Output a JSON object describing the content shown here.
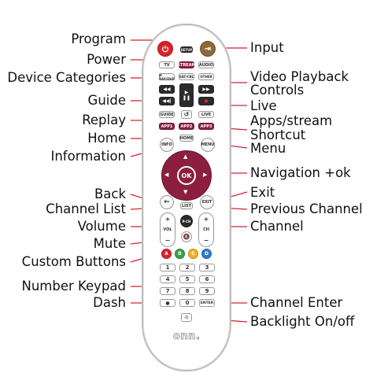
{
  "labels_left": {
    "program": "Program",
    "power": "Power",
    "device_categories": "Device Categories",
    "guide": "Guide",
    "replay": "Replay",
    "home": "Home",
    "information": "Information",
    "back": "Back",
    "channel_list": "Channel List",
    "volume": "Volume",
    "mute": "Mute",
    "custom_buttons": "Custom Buttons",
    "number_keypad": "Number Keypad",
    "dash": "Dash"
  },
  "labels_right": {
    "input": "Input",
    "video_playback_1": "Video Playback",
    "video_playback_2": "Controls",
    "live": "Live",
    "apps_stream": "Apps/stream",
    "shortcut": "Shortcut",
    "menu": "Menu",
    "navigation_ok": "Navigation +ok",
    "exit": "Exit",
    "previous_channel": "Previous Channel",
    "channel": "Channel",
    "channel_enter": "Channel Enter",
    "backlight": "Backlight On/off"
  },
  "keys": {
    "setup": "SETUP",
    "tv": "TV",
    "stream": "STREAM",
    "audio": "AUDIO",
    "bluray": "B-RAY/DVD",
    "sat_cbl": "SAT/CBL",
    "other": "OTHER",
    "guide": "GUIDE",
    "live": "LIVE",
    "app1": "APP1",
    "app2": "APP2",
    "app3": "APP3",
    "info": "INFO",
    "home": "HOME",
    "menu": "MENU",
    "ok": "OK",
    "list": "LIST",
    "exit": "EXIT",
    "vol": "VOL",
    "ch": "CH",
    "prev_ch": "P-CH",
    "plus": "+",
    "minus": "−",
    "custom": [
      "A",
      "B",
      "C",
      "D"
    ],
    "digits": [
      "1",
      "2",
      "3",
      "4",
      "5",
      "6",
      "7",
      "8",
      "9"
    ],
    "zero": "0",
    "dot": "●",
    "enter": "ENTER",
    "back_arrow": "←",
    "replay_arrow": "↺",
    "backlight_icon": "☼",
    "logo": "onn."
  },
  "colors": {
    "power_red": "#d8222a",
    "maroon": "#8c1f3f",
    "custom_a": "#d8222a",
    "custom_b": "#3aa04a",
    "custom_c": "#f0b323",
    "custom_d": "#2f7ec2",
    "leader_red": "#d8222a"
  }
}
